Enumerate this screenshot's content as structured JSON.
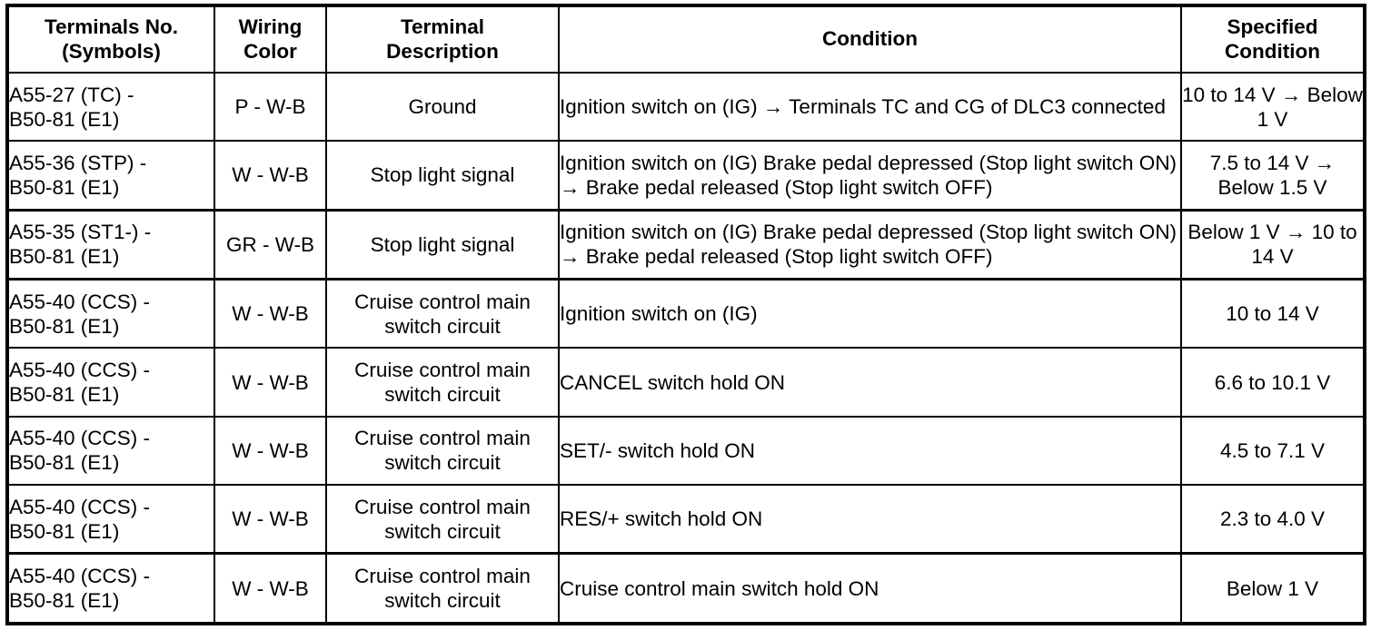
{
  "table": {
    "headers": [
      {
        "id": "terminals",
        "label": "Terminals No.\n(Symbols)"
      },
      {
        "id": "wiring",
        "label": "Wiring\nColor"
      },
      {
        "id": "description",
        "label": "Terminal\nDescription"
      },
      {
        "id": "condition",
        "label": "Condition"
      },
      {
        "id": "specified",
        "label": "Specified\nCondition"
      }
    ],
    "rows": [
      {
        "terminals": "A55-27 (TC) -\nB50-81 (E1)",
        "wiring": "P - W-B",
        "description": "Ground",
        "condition": "Ignition switch on (IG) → Terminals TC and CG of DLC3 connected",
        "specified": "10 to 14 V →\nBelow 1 V"
      },
      {
        "terminals": "A55-36 (STP) -\nB50-81 (E1)",
        "wiring": "W - W-B",
        "description": "Stop light signal",
        "condition": "Ignition switch on (IG) Brake pedal depressed (Stop light switch ON) → Brake pedal released (Stop light switch OFF)",
        "specified": "7.5 to 14 V →\nBelow 1.5 V"
      },
      {
        "terminals": "A55-35 (ST1-) -\nB50-81 (E1)",
        "wiring": "GR - W-B",
        "description": "Stop light signal",
        "condition": "Ignition switch on (IG)\nBrake pedal depressed (Stop light switch ON) → Brake pedal released (Stop light switch OFF)",
        "specified": "Below 1 V → 10\nto 14 V"
      },
      {
        "terminals": "A55-40 (CCS) -\nB50-81 (E1)",
        "wiring": "W - W-B",
        "description": "Cruise control main\nswitch circuit",
        "condition": "Ignition switch on (IG)",
        "specified": "10 to 14 V"
      },
      {
        "terminals": "A55-40 (CCS) -\nB50-81 (E1)",
        "wiring": "W - W-B",
        "description": "Cruise control main\nswitch circuit",
        "condition": "CANCEL switch hold ON",
        "specified": "6.6 to 10.1 V"
      },
      {
        "terminals": "A55-40 (CCS) -\nB50-81 (E1)",
        "wiring": "W - W-B",
        "description": "Cruise control main\nswitch circuit",
        "condition": "SET/- switch hold ON",
        "specified": "4.5 to 7.1 V"
      },
      {
        "terminals": "A55-40 (CCS) -\nB50-81 (E1)",
        "wiring": "W - W-B",
        "description": "Cruise control main\nswitch circuit",
        "condition": "RES/+ switch hold ON",
        "specified": "2.3 to 4.0 V"
      },
      {
        "terminals": "A55-40 (CCS) -\nB50-81 (E1)",
        "wiring": "W - W-B",
        "description": "Cruise control main\nswitch circuit",
        "condition": "Cruise control main switch hold ON",
        "specified": "Below 1 V"
      }
    ]
  },
  "colors": {
    "border": "#000000",
    "text": "#000000",
    "background": "#ffffff"
  }
}
